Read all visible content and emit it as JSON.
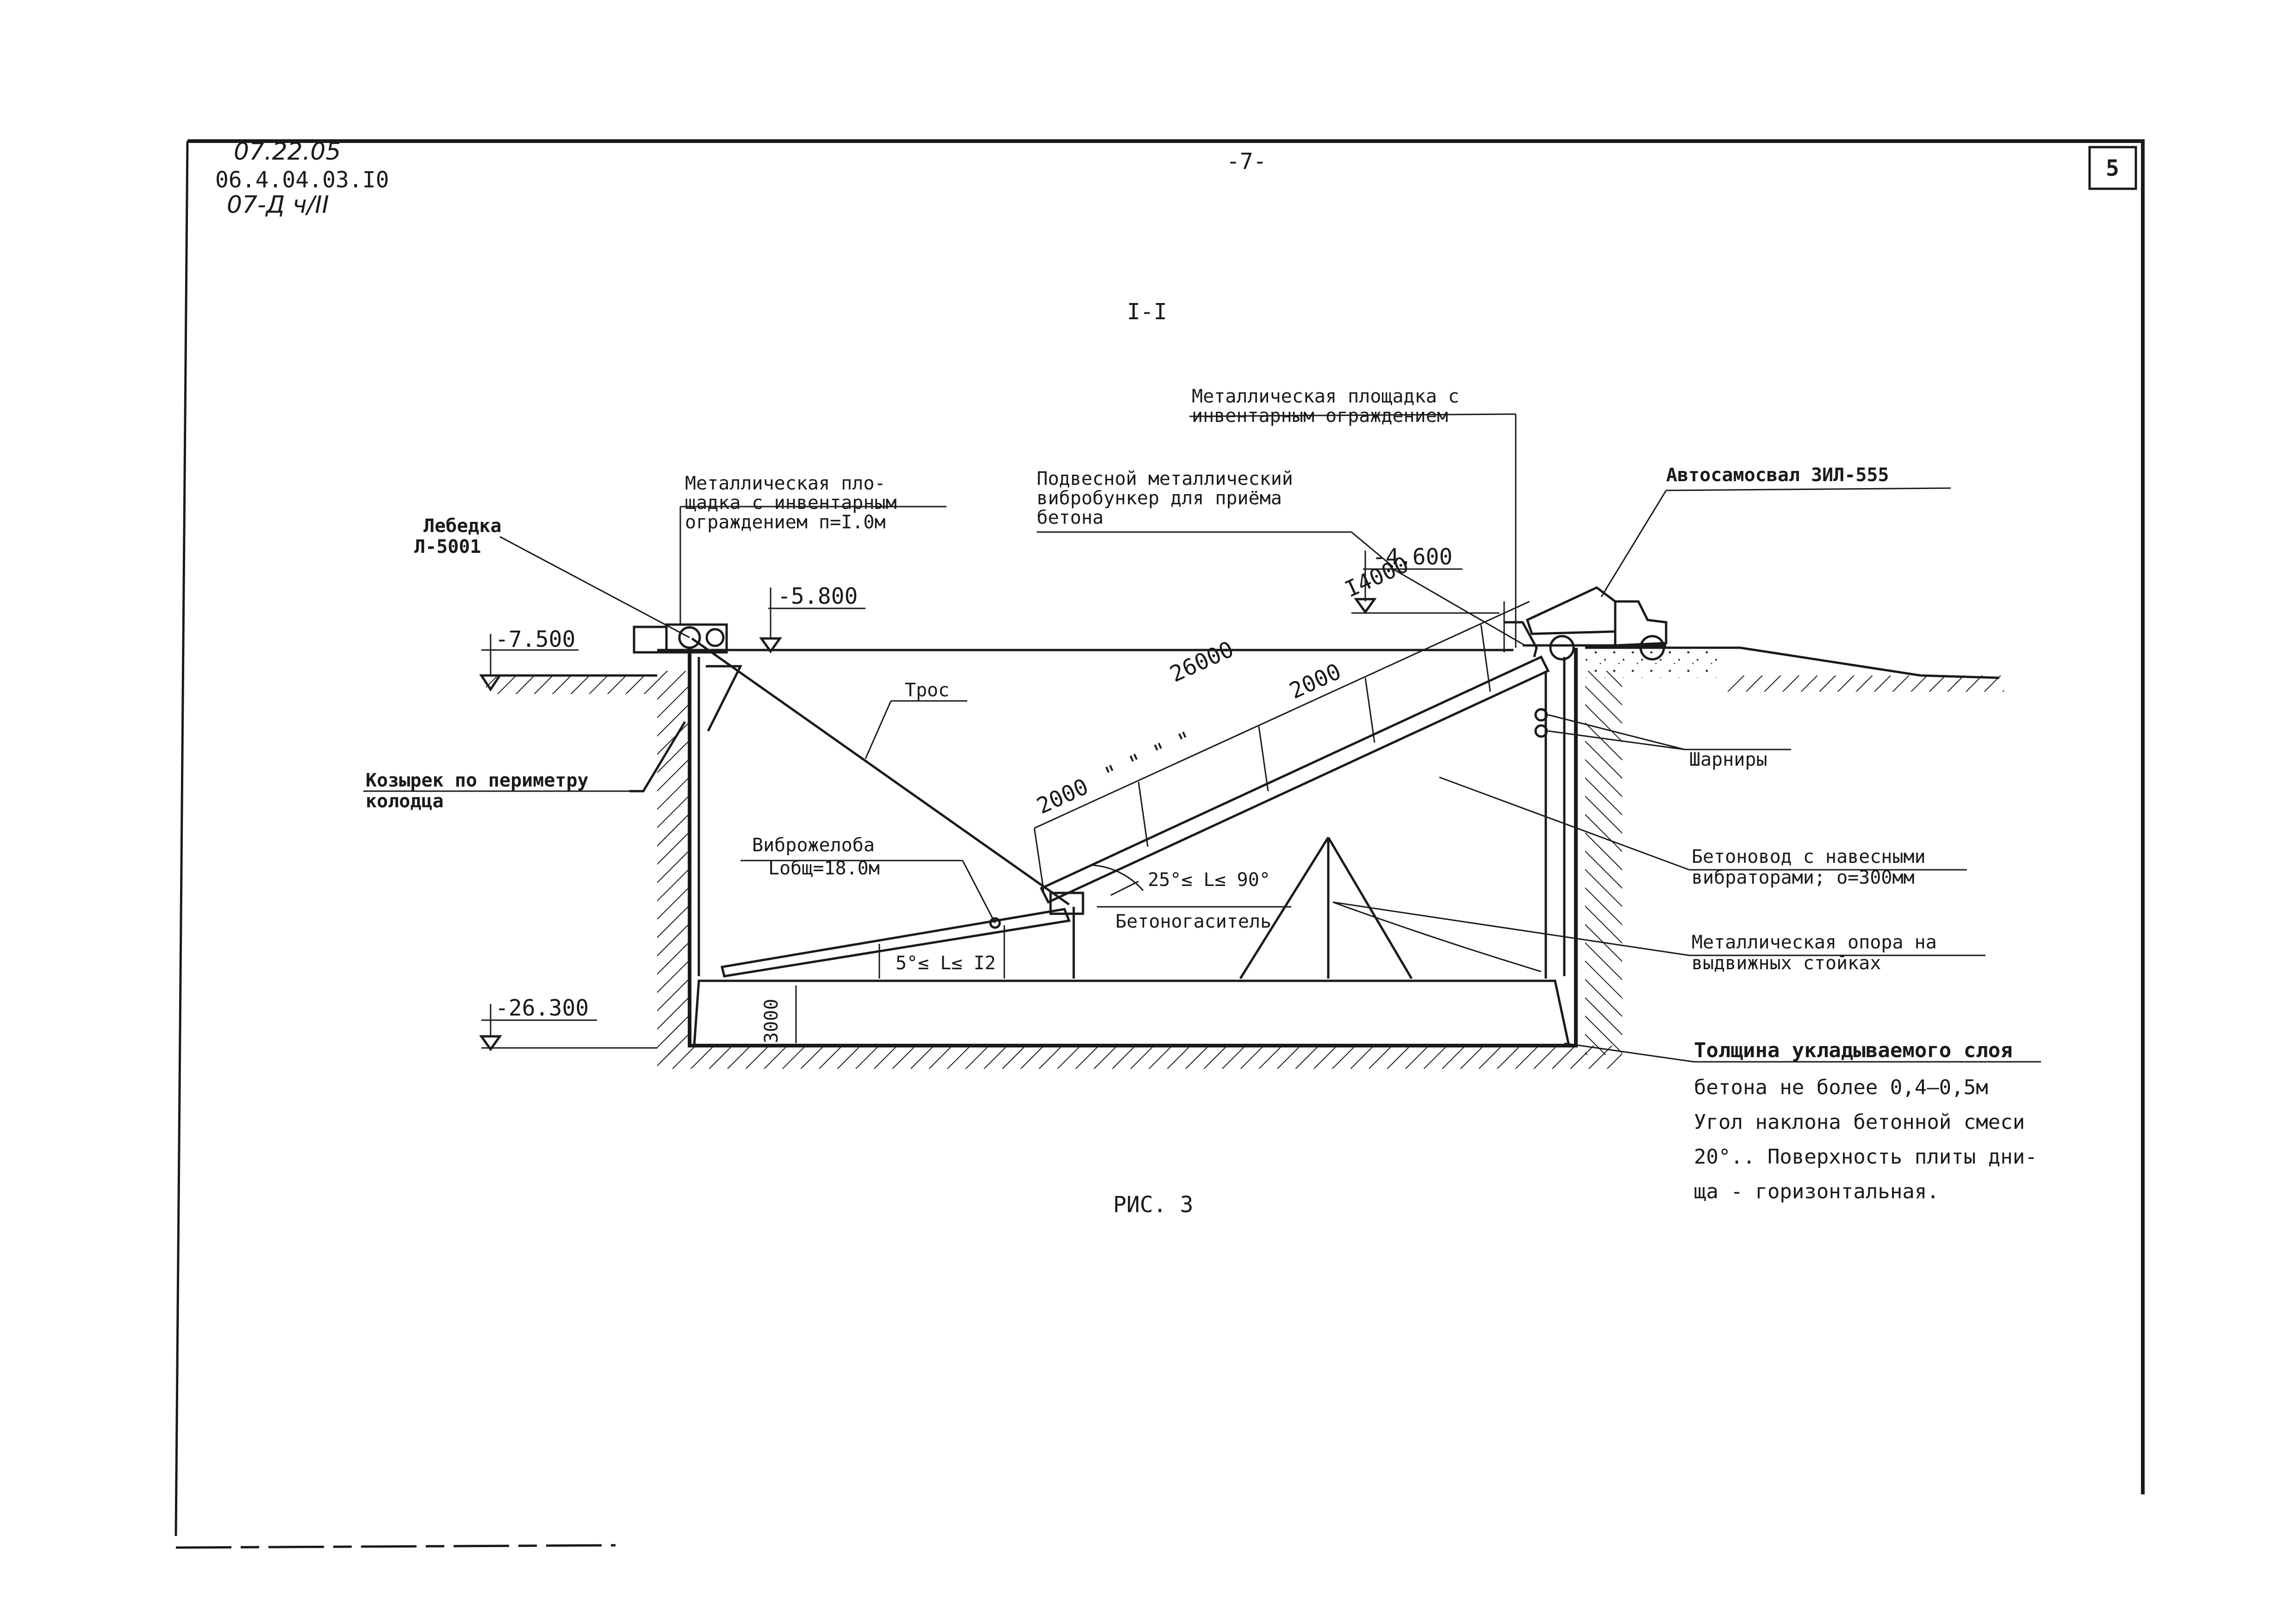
{
  "header": {
    "code_handwritten_1": "07.22.05",
    "code_printed": "06.4.04.03.I0",
    "code_handwritten_2": "07-Д ч/II",
    "page_marker": "-7-",
    "sheet_number": "5"
  },
  "section_title": "I-I",
  "levels": {
    "ground_left": "-7.500",
    "top_platform": "-5.800",
    "hopper_level": "-4.600",
    "bottom": "-26.300"
  },
  "labels": {
    "winch_line1": "Лебедка",
    "winch_line2": "Л-5001",
    "platform_left_1": "Металлическая пло-",
    "platform_left_2": "щадка с инвентарным",
    "platform_left_3": "ограждением п=I.0м",
    "hopper_1": "Подвесной металлический",
    "hopper_2": "вибробункер для приёма",
    "hopper_3": "бетона",
    "platform_right_1": "Металлическая площадка с",
    "platform_right_2": "инвентарным ограждением",
    "truck": "Автосамосвал  ЗИЛ-555",
    "cable": "Трос",
    "canopy_1": "Козырек по периметру",
    "canopy_2": "колодца",
    "hinges": "Шарниры",
    "vibro_chutes": "Виброжелоба",
    "vibro_length": "Lобщ=18.0м",
    "damper": "Бетоногаситель",
    "pipe_1": "Бетоновод с навесными",
    "pipe_2": "вибраторами; о=300мм",
    "support_1": "Металлическая опора на",
    "support_2": "выдвижных стойках",
    "thickness_3000": "3000"
  },
  "dimensions": {
    "total_length": "26000",
    "segment_length": "I4000",
    "seg_a": "2000",
    "seg_b": "2000",
    "ditto_marks": "\"    \"    \"    \"",
    "angle_pipe": "25°≤ L≤ 90°",
    "angle_chute": "5°≤ L≤ I2"
  },
  "notes": {
    "line1": "Толщина укладываемого слоя",
    "line2": "бетона не более 0,4–0,5м",
    "line3": "Угол наклона бетонной смеси",
    "line4": "20°.. Поверхность плиты дни-",
    "line5": "ща - горизонтальная."
  },
  "caption": "РИС. 3"
}
